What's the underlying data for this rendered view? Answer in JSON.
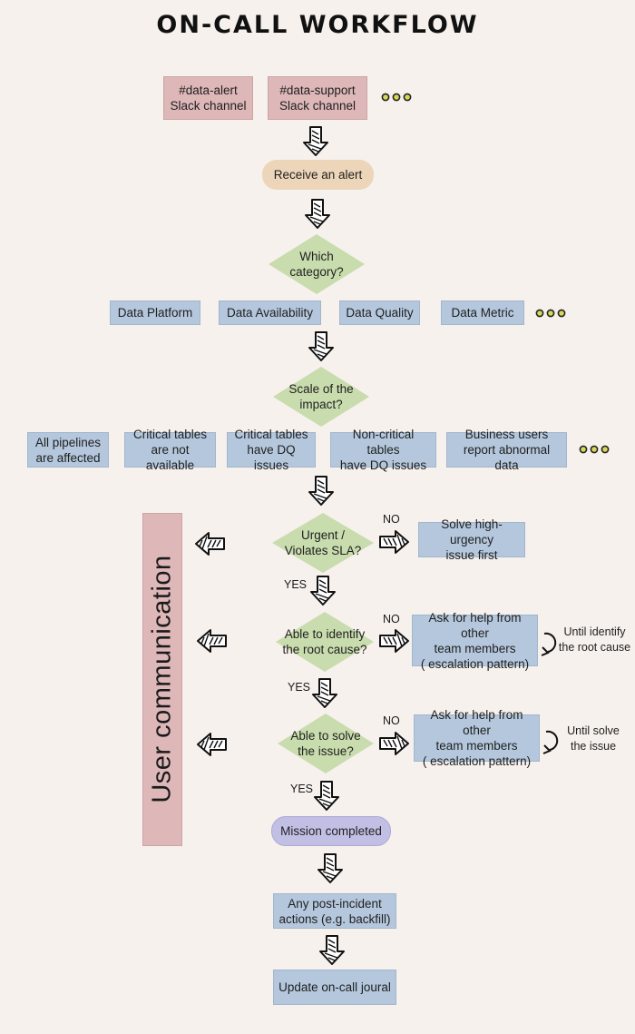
{
  "title": "ON-CALL WORKFLOW",
  "sources": [
    "#data-alert\nSlack channel",
    "#data-support\nSlack channel"
  ],
  "receive": "Receive an alert",
  "category_q": "Which\ncategory?",
  "categories": [
    "Data Platform",
    "Data Availability",
    "Data Quality",
    "Data Metric"
  ],
  "scale_q": "Scale of the\nimpact?",
  "scales": [
    "All pipelines\nare affected",
    "Critical tables\nare not available",
    "Critical tables\nhave DQ issues",
    "Non-critical tables\nhave DQ issues",
    "Business users\nreport abnormal data"
  ],
  "user_comm": "User communication",
  "decisions": [
    {
      "q": "Urgent /\nViolates SLA?",
      "no_label": "NO",
      "no_action": "Solve high-urgency\nissue first",
      "yes_label": "YES"
    },
    {
      "q": "Able to identify\nthe root cause?",
      "no_label": "NO",
      "no_action": "Ask for help from other\nteam members\n( escalation pattern)",
      "loop": "Until identify\nthe root cause",
      "yes_label": "YES"
    },
    {
      "q": "Able to solve\nthe issue?",
      "no_label": "NO",
      "no_action": "Ask for help from other\nteam members\n( escalation pattern)",
      "loop": "Until solve\nthe issue",
      "yes_label": "YES"
    }
  ],
  "completed": "Mission completed",
  "post": "Any post-incident\nactions (e.g. backfill)",
  "update": "Update on-call joural",
  "colors": {
    "pink": "#deb7b9",
    "blue": "#b4c7dc",
    "green": "#c9dcae",
    "tan": "#ecd5b9",
    "purple": "#c2bfe4",
    "dots": "#d8d75a"
  }
}
